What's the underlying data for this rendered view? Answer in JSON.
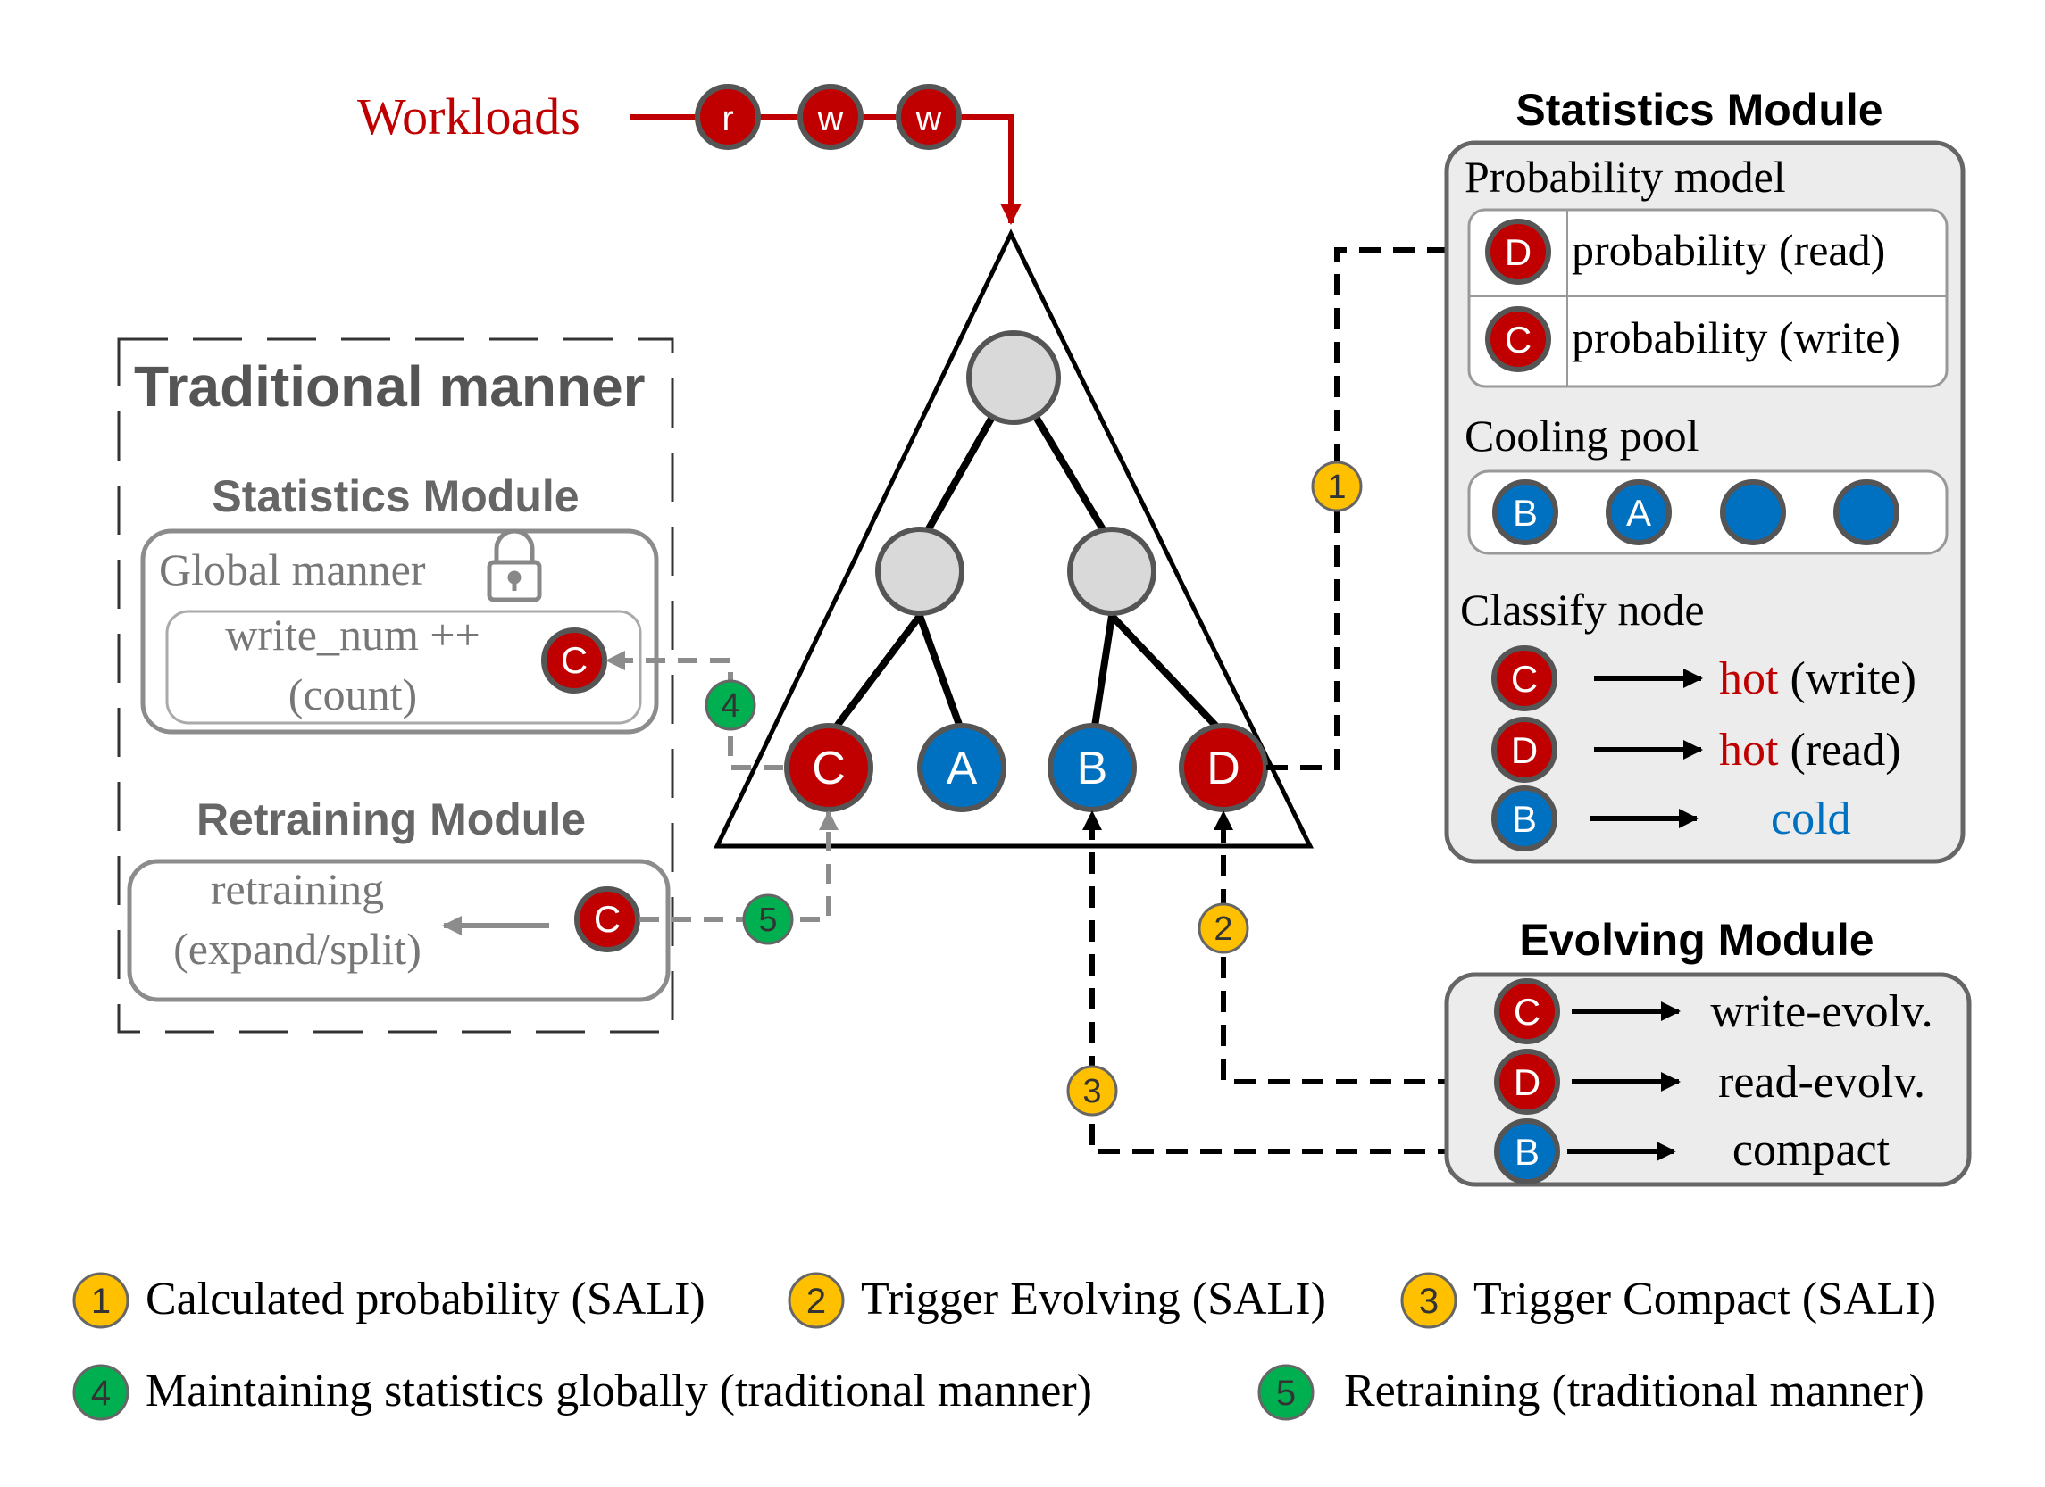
{
  "workloads": {
    "label": "Workloads",
    "ops": [
      "r",
      "w",
      "w"
    ]
  },
  "tree": {
    "leaves": [
      "C",
      "A",
      "B",
      "D"
    ]
  },
  "traditional": {
    "title": "Traditional manner",
    "stats_title": "Statistics Module",
    "global_manner": "Global manner",
    "write_num": "write_num ++",
    "count": "(count)",
    "stats_node": "C",
    "retrain_title": "Retraining Module",
    "retraining": "retraining",
    "expand_split": "(expand/split)",
    "retrain_node": "C"
  },
  "statistics_module": {
    "title": "Statistics Module",
    "prob_model_label": "Probability model",
    "prob_rows": [
      {
        "node": "D",
        "text": "probability (read)"
      },
      {
        "node": "C",
        "text": "probability (write)"
      }
    ],
    "cooling_pool_label": "Cooling pool",
    "cooling_nodes": [
      "B",
      "A",
      "",
      ""
    ],
    "classify_label": "Classify node",
    "classify_rows": [
      {
        "node": "C",
        "hot": "hot",
        "rest": " (write)",
        "cold": ""
      },
      {
        "node": "D",
        "hot": "hot",
        "rest": " (read)",
        "cold": ""
      },
      {
        "node": "B",
        "hot": "",
        "rest": "",
        "cold": "cold"
      }
    ]
  },
  "evolving_module": {
    "title": "Evolving Module",
    "rows": [
      {
        "node": "C",
        "text": "write-evolv."
      },
      {
        "node": "D",
        "text": "read-evolv."
      },
      {
        "node": "B",
        "text": "compact"
      }
    ]
  },
  "step_markers": [
    "1",
    "2",
    "3",
    "4",
    "5"
  ],
  "legend": [
    {
      "num": "1",
      "text": "Calculated probability (SALI)"
    },
    {
      "num": "2",
      "text": "Trigger Evolving (SALI)"
    },
    {
      "num": "3",
      "text": "Trigger Compact (SALI)"
    },
    {
      "num": "4",
      "text": "Maintaining statistics globally (traditional manner)"
    },
    {
      "num": "5",
      "text": "Retraining (traditional manner)"
    }
  ],
  "colors": {
    "red_node": "#c00000",
    "blue_node": "#0070c0",
    "gray_node": "#d9d9d9",
    "node_ring": "#555555",
    "yellow_marker": "#ffc000",
    "green_marker": "#00b050",
    "workload_red": "#c00000",
    "panel_fill": "#ececec",
    "panel_border": "#666666"
  }
}
